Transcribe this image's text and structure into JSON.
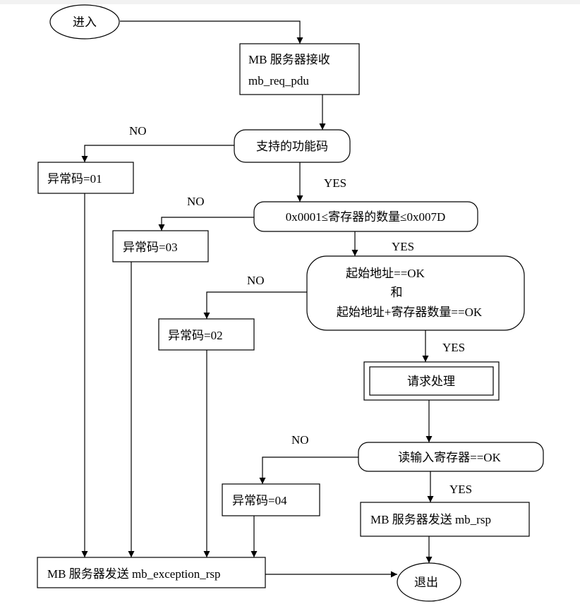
{
  "nodes": {
    "enter": "进入",
    "server_receive_line1": "MB  服务器接收",
    "server_receive_line2": "mb_req_pdu",
    "supported_function_code": "支持的功能码",
    "error_code_01": "异常码=01",
    "register_count_check": "0x0001≤寄存器的数量≤0x007D",
    "error_code_03": "异常码=03",
    "address_check_line1": "起始地址==OK",
    "address_check_line2": "和",
    "address_check_line3": "起始地址+寄存器数量==OK",
    "error_code_02": "异常码=02",
    "request_processing": "请求处理",
    "read_input_registers_ok": "读输入寄存器==OK",
    "error_code_04": "异常码=04",
    "send_response": "MB 服务器发送 mb_rsp",
    "send_exception": "MB 服务器发送 mb_exception_rsp",
    "exit": "退出"
  },
  "edge_labels": {
    "no": "NO",
    "yes": "YES"
  }
}
